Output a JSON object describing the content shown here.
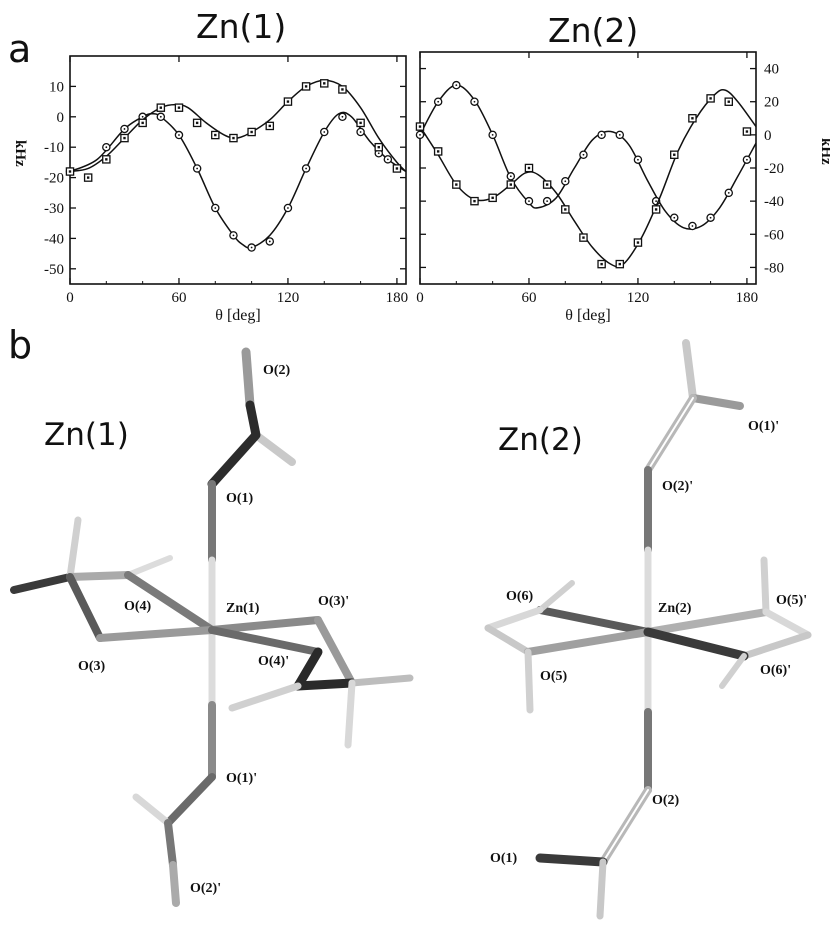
{
  "figure": {
    "panel_a_label": "a",
    "panel_b_label": "b"
  },
  "chart_data": [
    {
      "type": "line",
      "title": "Zn(1)",
      "xlabel": "θ [deg]",
      "ylabel": "kHz",
      "y_axis_side": "left",
      "xlim": [
        0,
        185
      ],
      "ylim": [
        -55,
        20
      ],
      "xticks": [
        "0",
        "60",
        "120",
        "180"
      ],
      "xtick_values": [
        0,
        60,
        120,
        180
      ],
      "yticks": [
        "10",
        "0",
        "-10",
        "-20",
        "-30",
        "-40",
        "-50"
      ],
      "ytick_values": [
        10,
        0,
        -10,
        -20,
        -30,
        -40,
        -50
      ],
      "grid": false,
      "series": [
        {
          "marker": "circle",
          "points": [
            [
              0,
              -18
            ],
            [
              20,
              -10
            ],
            [
              30,
              -4
            ],
            [
              40,
              0
            ],
            [
              50,
              0
            ],
            [
              60,
              -6
            ],
            [
              70,
              -17
            ],
            [
              80,
              -30
            ],
            [
              90,
              -39
            ],
            [
              100,
              -43
            ],
            [
              110,
              -41
            ],
            [
              120,
              -30
            ],
            [
              130,
              -17
            ],
            [
              140,
              -5
            ],
            [
              150,
              0
            ],
            [
              160,
              -5
            ],
            [
              170,
              -12
            ],
            [
              175,
              -14
            ]
          ],
          "curve": [
            [
              0,
              -18
            ],
            [
              15,
              -14
            ],
            [
              30,
              -4
            ],
            [
              40,
              0
            ],
            [
              45,
              1
            ],
            [
              50,
              0
            ],
            [
              60,
              -6
            ],
            [
              70,
              -17
            ],
            [
              80,
              -30
            ],
            [
              90,
              -39
            ],
            [
              95,
              -42
            ],
            [
              100,
              -43
            ],
            [
              110,
              -39
            ],
            [
              120,
              -30
            ],
            [
              130,
              -17
            ],
            [
              140,
              -5
            ],
            [
              148,
              1
            ],
            [
              155,
              0
            ],
            [
              165,
              -8
            ],
            [
              175,
              -14
            ],
            [
              185,
              -18
            ]
          ]
        },
        {
          "marker": "square",
          "points": [
            [
              0,
              -18
            ],
            [
              10,
              -20
            ],
            [
              20,
              -14
            ],
            [
              30,
              -7
            ],
            [
              40,
              -2
            ],
            [
              50,
              3
            ],
            [
              60,
              3
            ],
            [
              70,
              -2
            ],
            [
              80,
              -6
            ],
            [
              90,
              -7
            ],
            [
              100,
              -5
            ],
            [
              110,
              -3
            ],
            [
              120,
              5
            ],
            [
              130,
              10
            ],
            [
              140,
              11
            ],
            [
              150,
              9
            ],
            [
              160,
              -2
            ],
            [
              170,
              -10
            ],
            [
              180,
              -17
            ]
          ],
          "curve": [
            [
              0,
              -18
            ],
            [
              10,
              -17
            ],
            [
              20,
              -13
            ],
            [
              30,
              -7
            ],
            [
              40,
              -1
            ],
            [
              50,
              3
            ],
            [
              58,
              4
            ],
            [
              65,
              3
            ],
            [
              75,
              -2
            ],
            [
              85,
              -6
            ],
            [
              92,
              -7
            ],
            [
              100,
              -5
            ],
            [
              110,
              -1
            ],
            [
              120,
              5
            ],
            [
              130,
              10
            ],
            [
              140,
              12
            ],
            [
              150,
              10
            ],
            [
              160,
              3
            ],
            [
              170,
              -7
            ],
            [
              180,
              -15
            ],
            [
              185,
              -18
            ]
          ]
        }
      ]
    },
    {
      "type": "line",
      "title": "Zn(2)",
      "xlabel": "θ [deg]",
      "ylabel": "kHz",
      "y_axis_side": "right",
      "xlim": [
        0,
        185
      ],
      "ylim": [
        -90,
        50
      ],
      "xticks": [
        "0",
        "60",
        "120",
        "180"
      ],
      "xtick_values": [
        0,
        60,
        120,
        180
      ],
      "yticks": [
        "40",
        "20",
        "0",
        "-20",
        "-40",
        "-60",
        "-80"
      ],
      "ytick_values": [
        40,
        20,
        0,
        -20,
        -40,
        -60,
        -80
      ],
      "grid": false,
      "series": [
        {
          "marker": "circle",
          "points": [
            [
              0,
              0
            ],
            [
              10,
              20
            ],
            [
              20,
              30
            ],
            [
              30,
              20
            ],
            [
              40,
              0
            ],
            [
              50,
              -25
            ],
            [
              60,
              -40
            ],
            [
              70,
              -40
            ],
            [
              80,
              -28
            ],
            [
              90,
              -12
            ],
            [
              100,
              0
            ],
            [
              110,
              0
            ],
            [
              120,
              -15
            ],
            [
              130,
              -40
            ],
            [
              140,
              -50
            ],
            [
              150,
              -55
            ],
            [
              160,
              -50
            ],
            [
              170,
              -35
            ],
            [
              180,
              -15
            ]
          ],
          "curve": [
            [
              0,
              0
            ],
            [
              10,
              20
            ],
            [
              20,
              30
            ],
            [
              30,
              21
            ],
            [
              40,
              0
            ],
            [
              50,
              -26
            ],
            [
              60,
              -41
            ],
            [
              65,
              -44
            ],
            [
              75,
              -38
            ],
            [
              85,
              -20
            ],
            [
              95,
              -3
            ],
            [
              105,
              2
            ],
            [
              115,
              -6
            ],
            [
              125,
              -27
            ],
            [
              135,
              -46
            ],
            [
              145,
              -56
            ],
            [
              155,
              -55
            ],
            [
              165,
              -44
            ],
            [
              175,
              -25
            ],
            [
              185,
              -5
            ]
          ]
        },
        {
          "marker": "square",
          "points": [
            [
              0,
              5
            ],
            [
              10,
              -10
            ],
            [
              20,
              -30
            ],
            [
              30,
              -40
            ],
            [
              40,
              -38
            ],
            [
              50,
              -30
            ],
            [
              60,
              -20
            ],
            [
              70,
              -30
            ],
            [
              80,
              -45
            ],
            [
              90,
              -62
            ],
            [
              100,
              -78
            ],
            [
              110,
              -78
            ],
            [
              120,
              -65
            ],
            [
              130,
              -45
            ],
            [
              140,
              -12
            ],
            [
              150,
              10
            ],
            [
              160,
              22
            ],
            [
              170,
              20
            ],
            [
              180,
              2
            ]
          ],
          "curve": [
            [
              0,
              5
            ],
            [
              10,
              -12
            ],
            [
              20,
              -30
            ],
            [
              30,
              -39
            ],
            [
              40,
              -38
            ],
            [
              50,
              -30
            ],
            [
              58,
              -23
            ],
            [
              65,
              -24
            ],
            [
              75,
              -35
            ],
            [
              85,
              -52
            ],
            [
              95,
              -68
            ],
            [
              105,
              -78
            ],
            [
              112,
              -78
            ],
            [
              122,
              -62
            ],
            [
              132,
              -38
            ],
            [
              142,
              -10
            ],
            [
              152,
              10
            ],
            [
              162,
              24
            ],
            [
              168,
              27
            ],
            [
              175,
              20
            ],
            [
              185,
              5
            ]
          ]
        }
      ]
    }
  ],
  "structures": [
    {
      "title": "Zn(1)",
      "labels": [
        "O(2)",
        "O(1)",
        "O(4)",
        "Zn(1)",
        "O(3)'",
        "O(3)",
        "O(4)'",
        "O(1)'",
        "O(2)'"
      ]
    },
    {
      "title": "Zn(2)",
      "labels": [
        "O(1)'",
        "O(2)'",
        "O(6)",
        "Zn(2)",
        "O(5)'",
        "O(5)",
        "O(6)'",
        "O(2)",
        "O(1)"
      ]
    }
  ]
}
